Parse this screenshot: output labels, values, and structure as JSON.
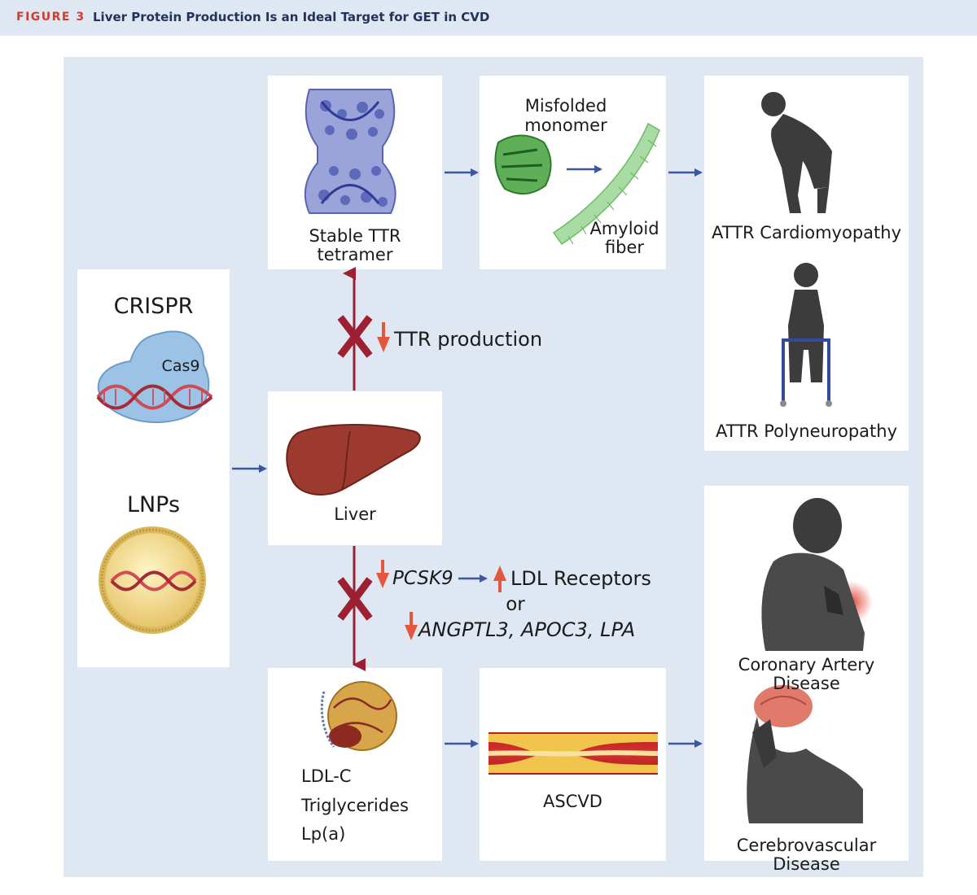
{
  "header": {
    "figure_label": "FIGURE 3",
    "title": "Liver Protein Production Is an Ideal Target for GET in CVD"
  },
  "left": {
    "crispr": "CRISPR",
    "cas9": "Cas9",
    "lnps": "LNPs"
  },
  "liver": {
    "label": "Liver"
  },
  "ttr": {
    "stable_line1": "Stable TTR",
    "stable_line2": "tetramer",
    "misfolded_line1": "Misfolded",
    "misfolded_line2": "monomer",
    "amyloid_line1": "Amyloid",
    "amyloid_line2": "fiber",
    "production": "TTR production"
  },
  "lipid": {
    "pcsk9": "PCSK9",
    "ldl_receptors": "LDL Receptors",
    "or": "or",
    "genes": "ANGPTL3, APOC3, LPA",
    "ldl_c": "LDL-C",
    "triglycerides": "Triglycerides",
    "lpa": "Lp(a)",
    "ascvd": "ASCVD"
  },
  "outcomes": {
    "attr_cm": "ATTR Cardiomyopathy",
    "attr_pn": "ATTR Polyneuropathy",
    "cad": "Coronary Artery Disease",
    "cvd": "Cerebrovascular Disease"
  },
  "colors": {
    "panel": "#dfe7f2",
    "arrow_blue": "#3b57a4",
    "inhibit_red": "#9c2032",
    "down_arrow": "#e2573e",
    "title_red": "#d33a2c"
  }
}
